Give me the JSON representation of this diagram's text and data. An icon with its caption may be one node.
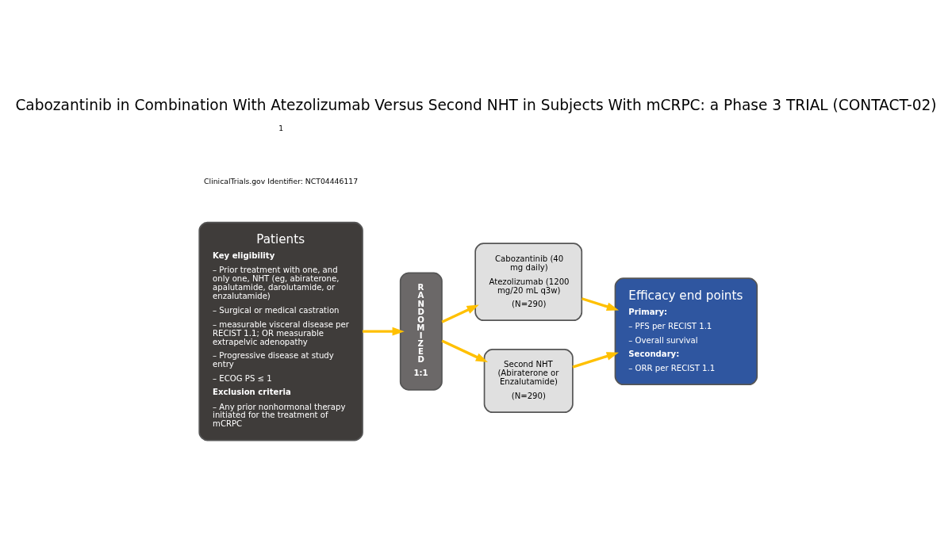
{
  "diagram": {
    "title": "Cabozantinib in Combination With Atezolizumab Versus Second NHT in Subjects With mCRPC: a Phase 3 TRIAL (CONTACT-02)",
    "nodes": [
      {
        "text": [
          "Patients",
          "Key eligibility",
          "– Prior treatment with one, and only one, NHT (eg, abiraterone, apalutamide, darolutamide, or enzalutamide)",
          "– Surgical or medical castration",
          "– measurable visceral disease per RECIST 1.1; OR measurable extrapelvic adenopathy",
          "– Progressive disease at study entry",
          "– ECOG PS ≤ 1",
          "Exclusion criteria",
          "– Any prior nonhormonal therapy initiated for the treatment of mCRPC"
        ]
      },
      {
        "text": [
          "RANDOMIZED",
          "1:1"
        ]
      },
      {
        "text": [
          "Cabozantinib (40 mg daily)",
          "Atezolizumab (1200 mg/20 mL q3w)",
          "(N=290)"
        ]
      },
      {
        "text": [
          "Second NHT (Abiraterone or Enzalutamide)",
          "(N=290)"
        ]
      },
      {
        "text": [
          "Efficacy end points",
          "Primary:",
          "– PFS per RECIST 1.1",
          "– Overall survival",
          "Secondary:",
          "– ORR per RECIST 1.1"
        ]
      }
    ],
    "edges": [
      {
        "from": 0,
        "to": 1,
        "arrow": "to"
      },
      {
        "from": 1,
        "to": 2,
        "arrow": "to"
      },
      {
        "from": 1,
        "to": 3,
        "arrow": "to"
      },
      {
        "from": 2,
        "to": 4,
        "arrow": "to"
      },
      {
        "from": 3,
        "to": 4,
        "arrow": "to"
      }
    ],
    "labels": [
      "ClinicalTrials.gov Identifier: NCT04446117",
      "1"
    ]
  }
}
